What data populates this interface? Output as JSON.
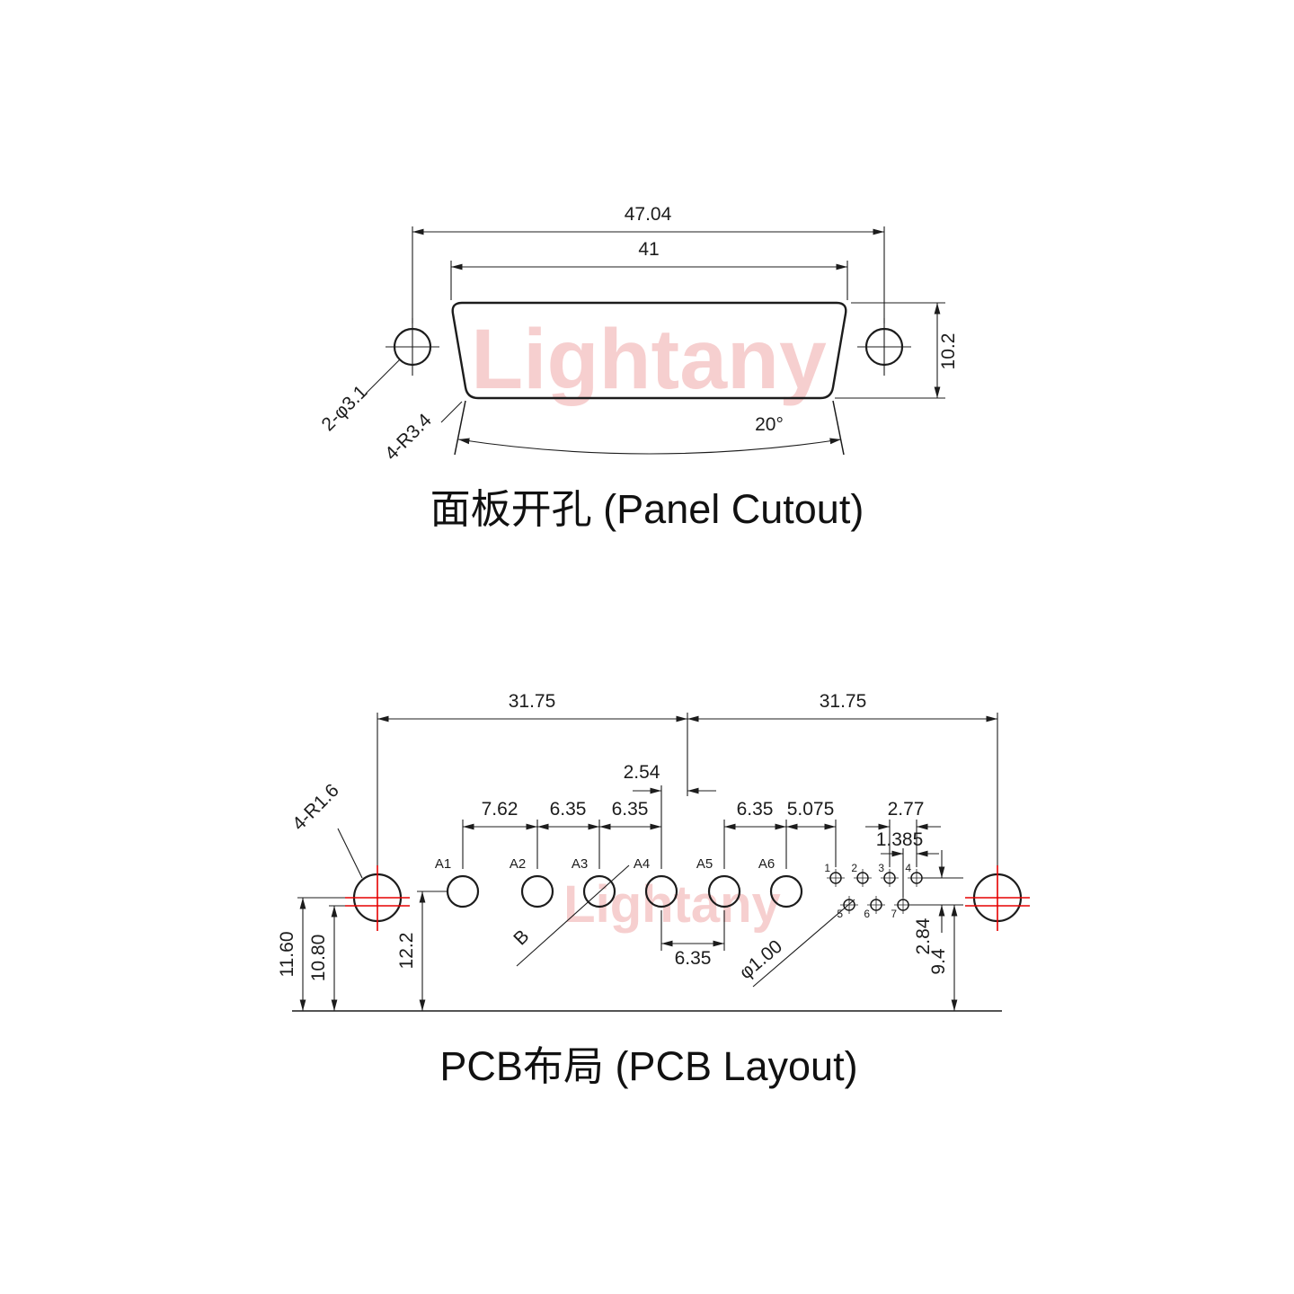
{
  "watermark": {
    "text": "Lightany"
  },
  "panel_cutout": {
    "caption": "面板开孔 (Panel Cutout)",
    "dim_width_outer": "47.04",
    "dim_width_inner": "41",
    "dim_height": "10.2",
    "dim_angle": "20°",
    "label_mount_holes": "2-φ3.1",
    "label_corner_radius": "4-R3.4"
  },
  "pcb_layout": {
    "caption": "PCB布局 (PCB Layout)",
    "dim_span_left": "31.75",
    "dim_span_right": "31.75",
    "dim_center_offset": "2.54",
    "dim_a1_a2": "7.62",
    "dim_a2_a3": "6.35",
    "dim_a3_a4": "6.35",
    "dim_a5_a6": "6.35",
    "dim_a6_pin1": "5.075",
    "dim_pin_pitch": "2.77",
    "dim_row_offset": "1.385",
    "dim_a4_a5": "6.35",
    "dim_height_1": "11.60",
    "dim_height_2": "10.80",
    "dim_height_3": "12.2",
    "dim_row_gap": "2.84",
    "dim_pin_height": "9.4",
    "label_corner_radius": "4-R1.6",
    "label_pin_dia": "φ1.00",
    "label_section": "B",
    "pins_large": [
      "A1",
      "A2",
      "A3",
      "A4",
      "A5",
      "A6"
    ],
    "pins_small": [
      "1",
      "2",
      "3",
      "4",
      "5",
      "6",
      "7"
    ]
  }
}
